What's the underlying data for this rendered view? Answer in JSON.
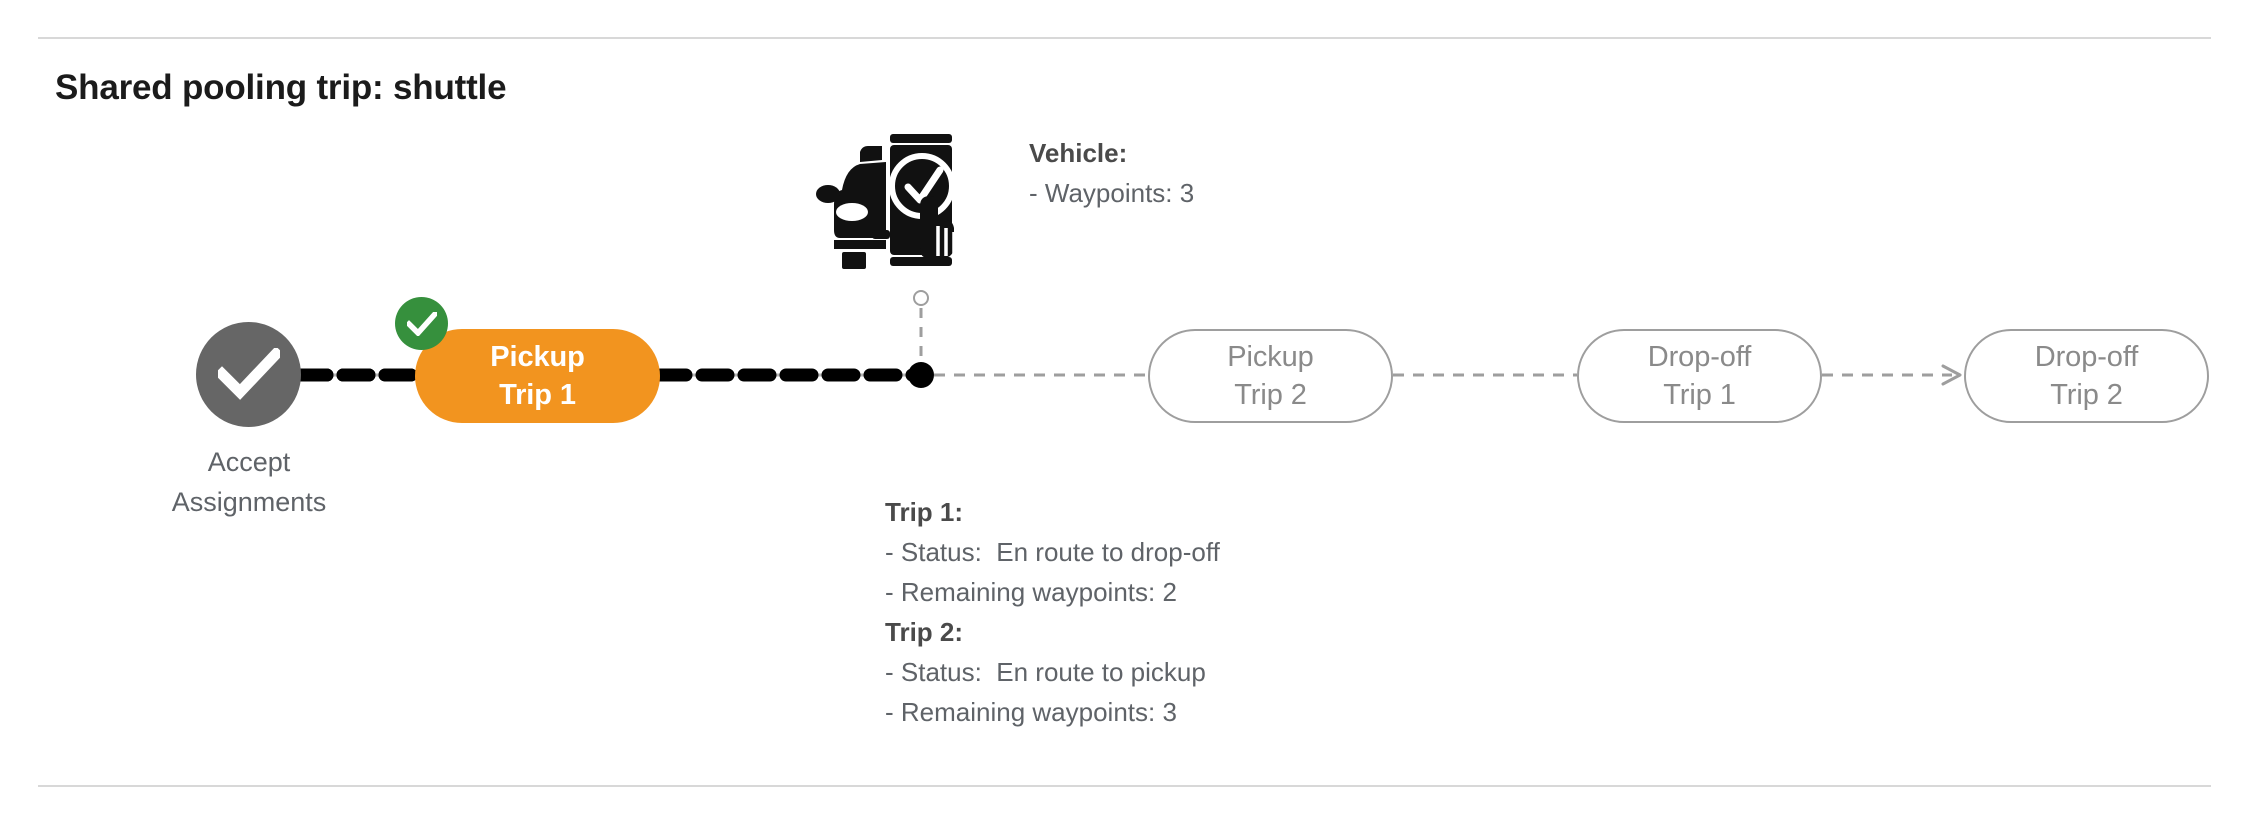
{
  "page": {
    "title": "Shared pooling trip: shuttle"
  },
  "flow": {
    "start_node": {
      "icon": "check-circle-icon",
      "label_line1": "Accept",
      "label_line2": "Assignments",
      "color": "#666666"
    },
    "active_node": {
      "line1": "Pickup",
      "line2": "Trip 1",
      "color": "#f2941f",
      "badge_icon": "check-badge-icon",
      "badge_color": "#36903d",
      "state": "completed"
    },
    "vehicle_marker": {
      "icon": "vehicle-position-dot",
      "connector_icon": "vehicle-connector-circle"
    },
    "pending_nodes": [
      {
        "line1": "Pickup",
        "line2": "Trip 2"
      },
      {
        "line1": "Drop-off",
        "line2": "Trip 1"
      },
      {
        "line1": "Drop-off",
        "line2": "Trip 2"
      }
    ]
  },
  "vehicle_info": {
    "icon": "vehicle-phone-check-icon",
    "heading": "Vehicle:",
    "waypoints": "- Waypoints: 3"
  },
  "trip_info": {
    "trip1_heading": "Trip 1:",
    "trip1_status": "- Status:  En route to drop-off",
    "trip1_waypoints": "- Remaining waypoints: 2",
    "trip2_heading": "Trip 2:",
    "trip2_status": "- Status:  En route to pickup",
    "trip2_waypoints": "- Remaining waypoints: 3"
  },
  "colors": {
    "accent_orange": "#f2941f",
    "success_green": "#36903d",
    "node_gray": "#666666",
    "text_gray": "#5f6368",
    "outline_gray": "#9e9e9e",
    "divider": "#d8d8d8"
  }
}
